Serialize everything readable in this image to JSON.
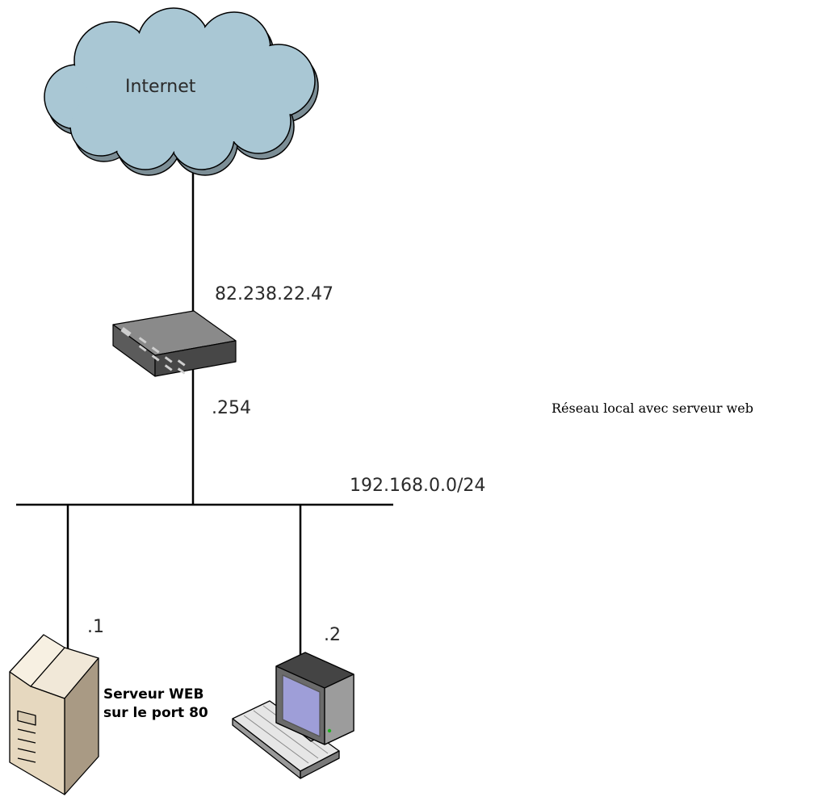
{
  "caption": "Réseau local avec serveur web",
  "cloud": {
    "label": "Internet",
    "icon": "cloud-icon",
    "color": "#a9c7d4"
  },
  "router": {
    "wan_ip": "82.238.22.47",
    "lan_ip": ".254",
    "icon": "router-icon"
  },
  "lan": {
    "subnet": "192.168.0.0/24"
  },
  "server": {
    "ip": ".1",
    "label_line1": "Serveur WEB",
    "label_line2": "sur le port 80",
    "icon": "server-tower-icon"
  },
  "workstation": {
    "ip": ".2",
    "icon": "desktop-computer-icon"
  }
}
